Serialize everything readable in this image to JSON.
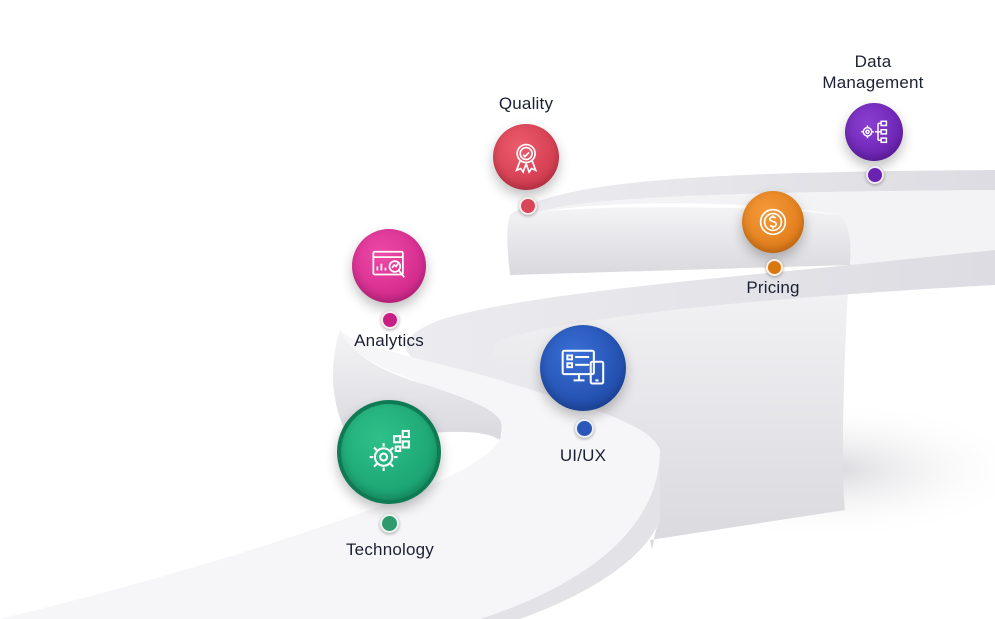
{
  "milestones": [
    {
      "id": "technology",
      "label": "Technology",
      "icon": "gear-cubes-icon",
      "color": "#1aa173",
      "dot_color": "#2e9a6d"
    },
    {
      "id": "analytics",
      "label": "Analytics",
      "icon": "analytics-chart-icon",
      "color": "#d4218c",
      "dot_color": "#c81f82"
    },
    {
      "id": "quality",
      "label": "Quality",
      "icon": "quality-badge-icon",
      "color": "#d23a4e",
      "dot_color": "#d6475a"
    },
    {
      "id": "uiux",
      "label": "UI/UX",
      "icon": "devices-icon",
      "color": "#1f4fb0",
      "dot_color": "#2a58b8"
    },
    {
      "id": "pricing",
      "label": "Pricing",
      "icon": "dollar-coin-icon",
      "color": "#e0750e",
      "dot_color": "#d9780f"
    },
    {
      "id": "data_management",
      "label": "Data Management",
      "label_lines": [
        "Data",
        "Management"
      ],
      "icon": "data-management-icon",
      "color": "#6a1fb0",
      "dot_color": "#6a22b0"
    }
  ]
}
